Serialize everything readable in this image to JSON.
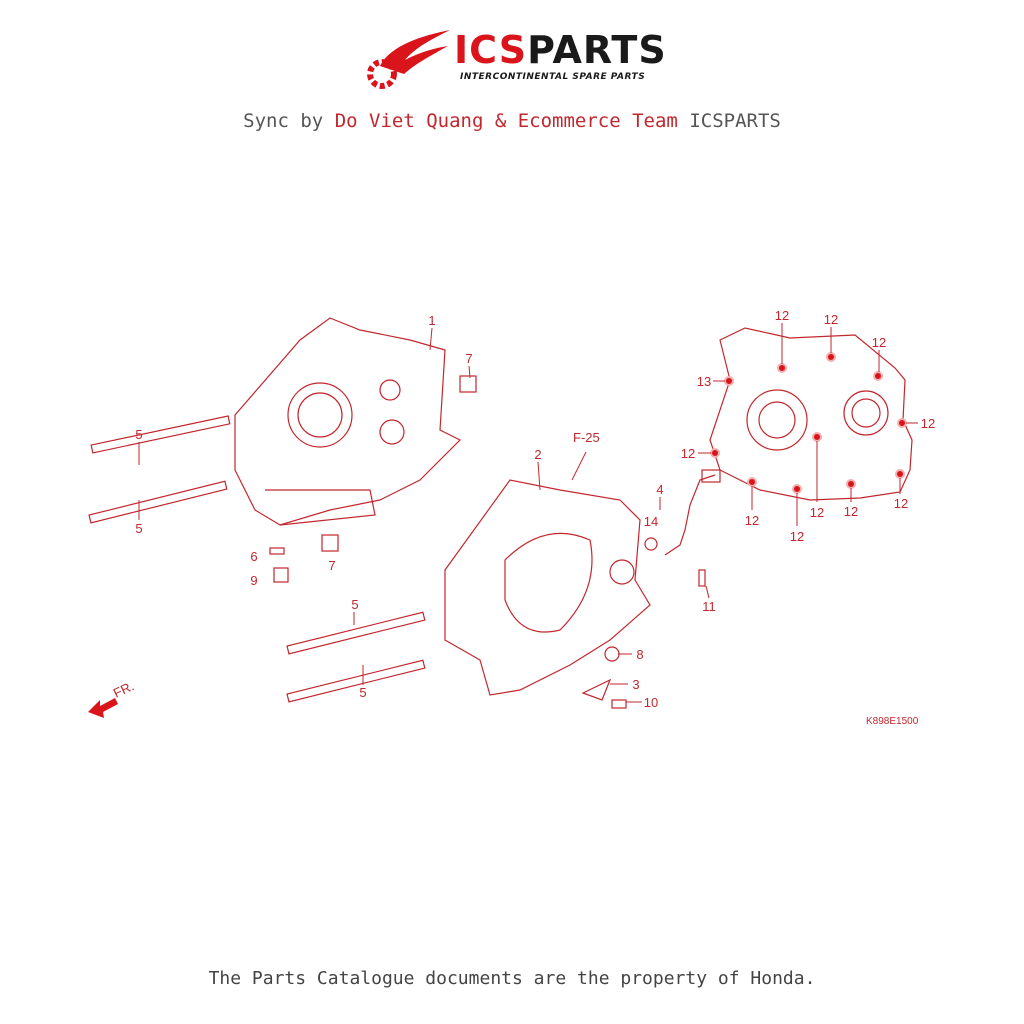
{
  "header": {
    "brand_part1": "ICS",
    "brand_part2": "PARTS",
    "tagline": "INTERCONTINENTAL SPARE PARTS",
    "sync_prefix": "Sync by",
    "sync_author": "Do Viet Quang & Ecommerce Team",
    "sync_suffix": "ICSPARTS",
    "brand_color": "#d9151b"
  },
  "diagram": {
    "ref_code": "K898E1500",
    "direction_label": "FR.",
    "section_ref": "F-25",
    "callouts": [
      "1",
      "7",
      "5",
      "5",
      "6",
      "9",
      "7",
      "2",
      "4",
      "14",
      "11",
      "5",
      "5",
      "8",
      "3",
      "10",
      "13",
      "12",
      "12",
      "12",
      "12",
      "12",
      "12",
      "12",
      "12",
      "12",
      "12"
    ],
    "line_color": "#c1272d"
  },
  "footer": {
    "text": "The Parts Catalogue documents are the property of Honda."
  }
}
